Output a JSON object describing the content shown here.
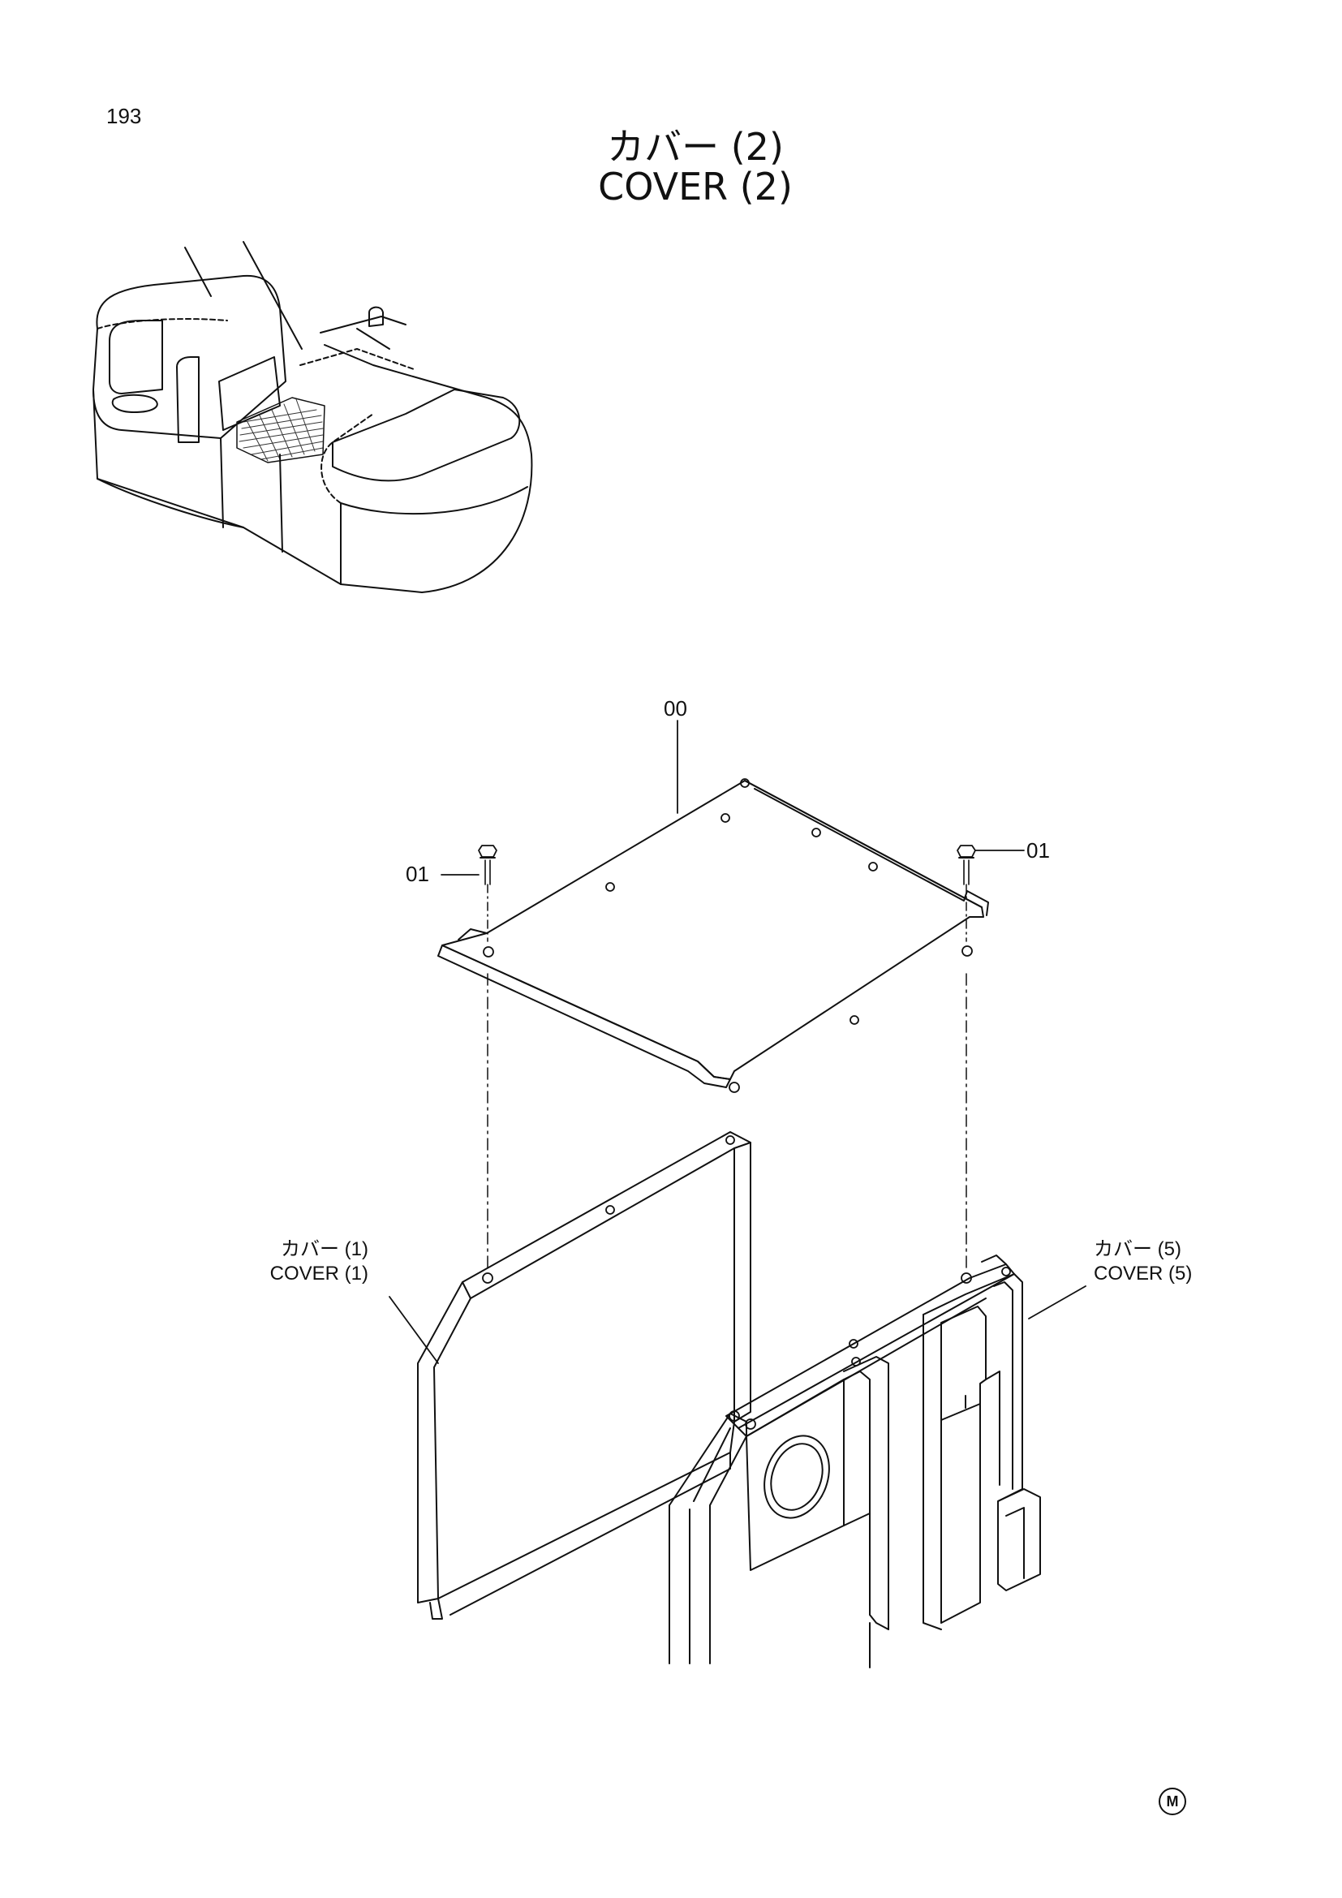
{
  "page_number": "193",
  "title": {
    "japanese": "カバー (2)",
    "english": "COVER (2)"
  },
  "part_labels": {
    "main_cover": "00",
    "bolt_left": "01",
    "bolt_right": "01"
  },
  "callouts": {
    "cover_1_ja": "カバー (1)",
    "cover_1_en": "COVER (1)",
    "cover_5_ja": "カバー (5)",
    "cover_5_en": "COVER (5)"
  },
  "footer_mark": "M"
}
